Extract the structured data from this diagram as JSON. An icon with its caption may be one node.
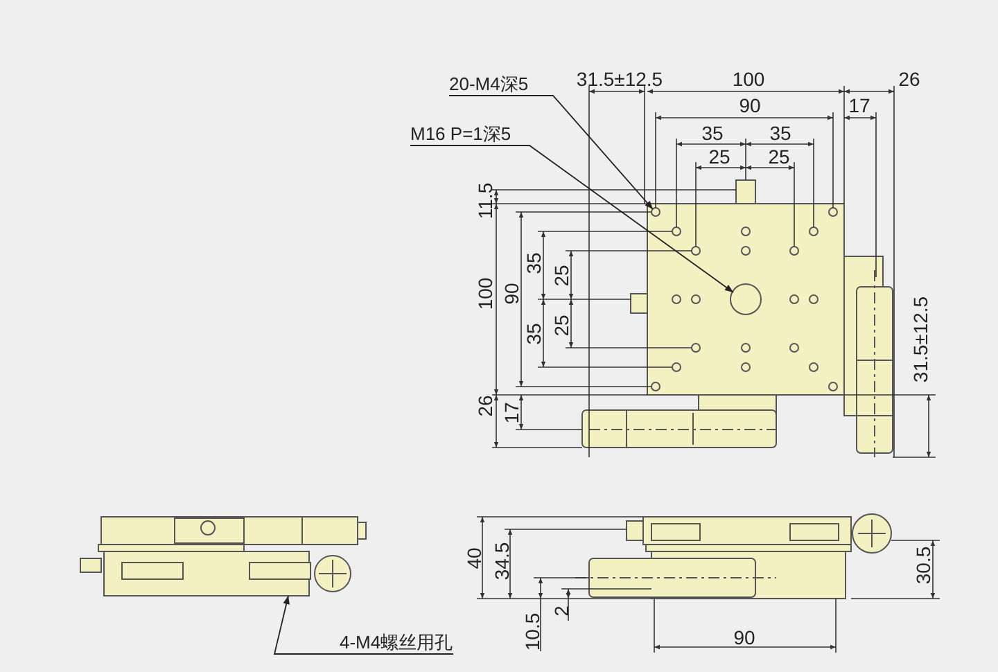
{
  "diagram": {
    "nodes": [
      {
        "text": [
          "20-M4深5"
        ]
      },
      {
        "text": [
          "M16 P=1深5"
        ]
      },
      {
        "text": [
          "4-M4螺丝用孔"
        ]
      }
    ],
    "edges": [
      {
        "from": 0,
        "to": null,
        "arrow": "to"
      },
      {
        "from": 1,
        "to": null,
        "arrow": "to"
      },
      {
        "from": 2,
        "to": null,
        "arrow": "to"
      }
    ],
    "labels": [
      "31.5±12.5",
      "100",
      "26",
      "90",
      "17",
      "35",
      "35",
      "25",
      "25",
      "11.5",
      "100",
      "90",
      "35",
      "25",
      "35",
      "25",
      "31.5±12.5",
      "26",
      "17",
      "40",
      "34.5",
      "30.5",
      "10.5",
      "2",
      "90"
    ]
  }
}
